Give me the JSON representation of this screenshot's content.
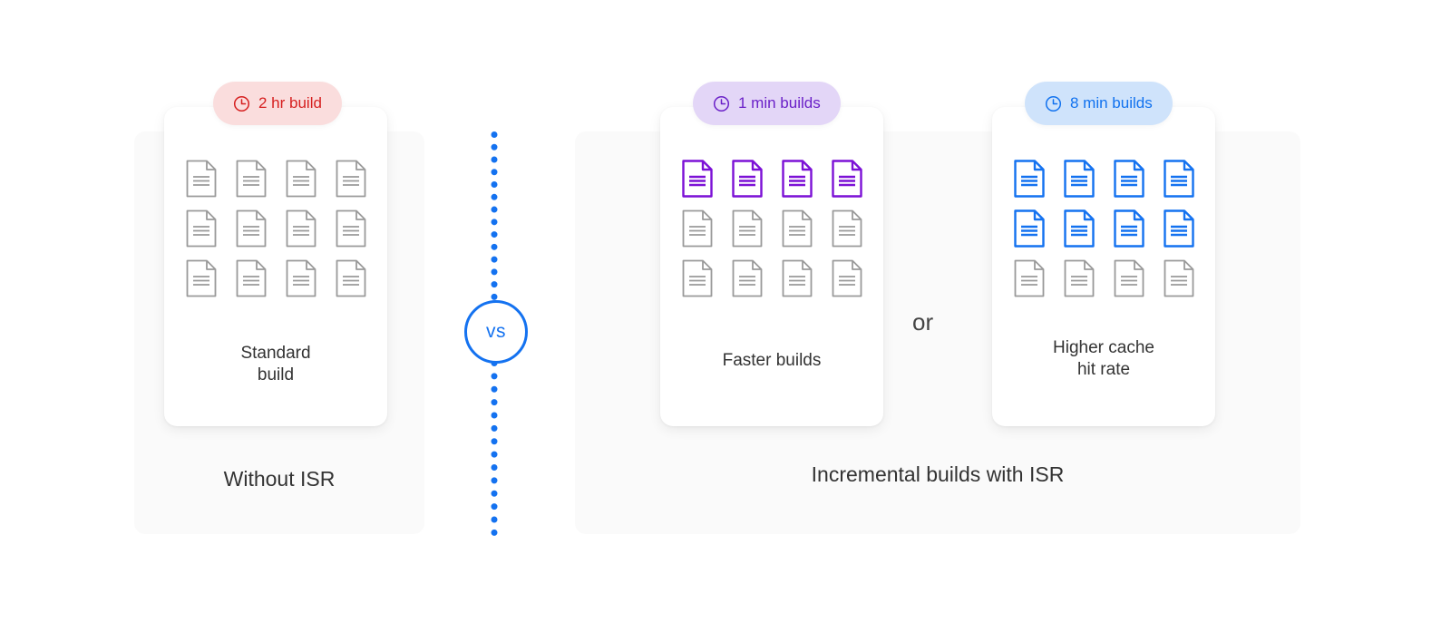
{
  "diagram": {
    "title_semantic": "ISR incremental build comparison",
    "colors": {
      "page_background": "#ffffff",
      "panel_background": "#fafafa",
      "card_background": "#ffffff",
      "doc_gray": "#9a9a9a",
      "doc_purple": "#7c11d6",
      "doc_blue": "#1472f0",
      "divider_blue": "#1472f0",
      "badge_red_bg": "#fadddd",
      "badge_red_fg": "#d61f1f",
      "badge_purple_bg": "#e3d6f7",
      "badge_purple_fg": "#6b21c8",
      "badge_blue_bg": "#cfe3fb",
      "badge_blue_fg": "#1172ef",
      "text_dark": "#333333"
    },
    "left_panel": {
      "footer_label": "Without ISR",
      "card": {
        "caption": "Standard\nbuild",
        "badge": {
          "icon": "clock-icon",
          "label": "2 hr build",
          "variant": "red"
        },
        "doc_grid": {
          "rows": 3,
          "cols": 4,
          "highlighted_count": 0,
          "highlight_color_name": "none",
          "row_states": [
            "gray",
            "gray",
            "gray"
          ]
        }
      }
    },
    "divider": {
      "label": "vs",
      "style": "dotted-vertical-line"
    },
    "right_panel": {
      "footer_label": "Incremental builds with ISR",
      "connector_label": "or",
      "cards": [
        {
          "caption": "Faster builds",
          "badge": {
            "icon": "clock-icon",
            "label": "1 min builds",
            "variant": "purple"
          },
          "doc_grid": {
            "rows": 3,
            "cols": 4,
            "highlighted_count": 4,
            "highlight_color_name": "purple",
            "row_states": [
              "purple",
              "gray",
              "gray"
            ]
          }
        },
        {
          "caption": "Higher cache\nhit rate",
          "badge": {
            "icon": "clock-icon",
            "label": "8 min builds",
            "variant": "blue"
          },
          "doc_grid": {
            "rows": 3,
            "cols": 4,
            "highlighted_count": 8,
            "highlight_color_name": "blue",
            "row_states": [
              "blue",
              "blue",
              "gray"
            ]
          }
        }
      ]
    }
  }
}
